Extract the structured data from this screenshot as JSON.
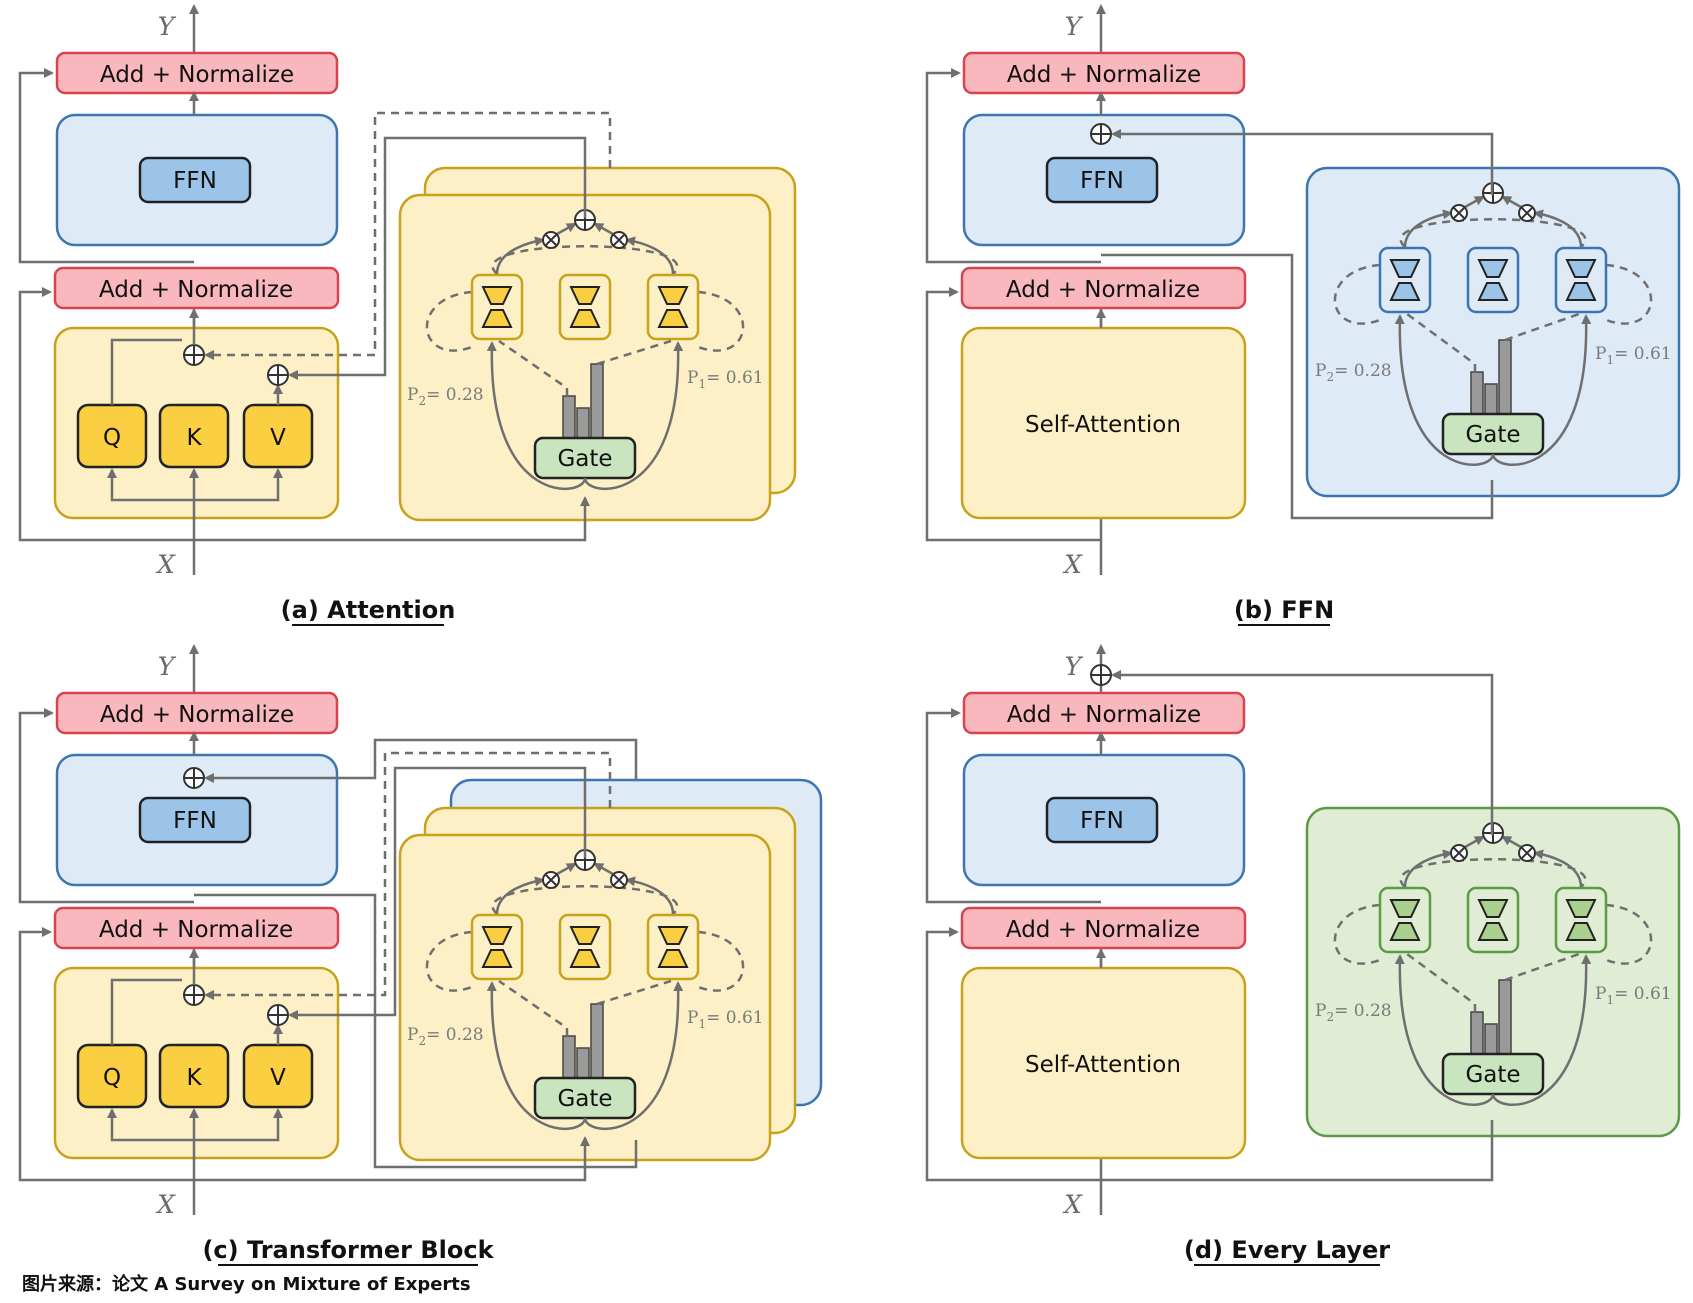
{
  "diagram": {
    "axis_in": "X",
    "axis_out": "Y",
    "add_normalize": "Add + Normalize",
    "ffn": "FFN",
    "self_attention": "Self-Attention",
    "gate": "Gate",
    "q": "Q",
    "k": "K",
    "v": "V",
    "p1_label": "P",
    "p1_sub": "1",
    "p1_value": "= 0.61",
    "p2_label": "P",
    "p2_sub": "2",
    "p2_value": "= 0.28"
  },
  "panels": [
    {
      "id": "a",
      "caption": "(a) Attention",
      "expert_color": "yellow"
    },
    {
      "id": "b",
      "caption": "(b) FFN",
      "expert_color": "blue"
    },
    {
      "id": "c",
      "caption": "(c) Transformer Block",
      "expert_color": "yellow"
    },
    {
      "id": "d",
      "caption": "(d) Every Layer",
      "expert_color": "green"
    }
  ],
  "colors": {
    "red_fill": "#f8b8bd",
    "red_stroke": "#d9434e",
    "blue_fill": "#deeaf6",
    "blue_stroke": "#3b76b3",
    "ffn_fill": "#9cc3e8",
    "yellow_fill": "#fdf0c6",
    "yellow_stroke": "#c9a21b",
    "qkv_fill": "#fbcf42",
    "green_fill": "#e0edd4",
    "green_stroke": "#5d9a45",
    "gate_fill": "#c8e5bf",
    "bar_fill": "#9a9a9a"
  },
  "source_note": "图片来源：论文 A Survey on Mixture of Experts"
}
